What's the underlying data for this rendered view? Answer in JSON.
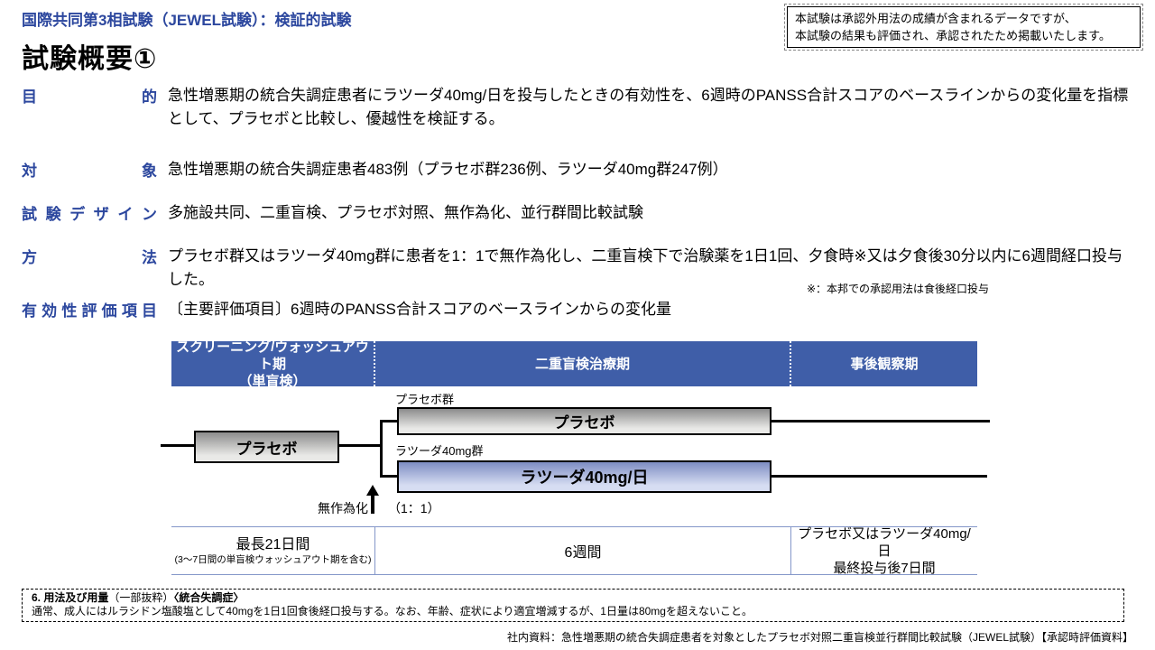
{
  "colors": {
    "accent": "#2C479E",
    "band_blue": "#3F5EA8",
    "table_border": "#8497C9",
    "placebo_top": "#8C8C8C",
    "placebo_bottom": "#E9E9E7",
    "lurasidone_top": "#7E8DC3",
    "lurasidone_bottom": "#D6DDF2"
  },
  "header": {
    "kicker": "国際共同第3相試験（JEWEL試験）：検証的試験",
    "title": "試験概要①",
    "disclaimer_line1": "本試験は承認外用法の成績が含まれるデータですが、",
    "disclaimer_line2": "本試験の結果も評価され、承認されたため掲載いたします。"
  },
  "sections": {
    "purpose": {
      "label": "目的",
      "text": "急性増悪期の統合失調症患者にラツーダ40mg/日を投与したときの有効性を、6週時のPANSS合計スコアのベースラインからの変化量を指標として、プラセボと比較し、優越性を検証する。"
    },
    "subjects": {
      "label": "対象",
      "text": "急性増悪期の統合失調症患者483例（プラセボ群236例、ラツーダ40mg群247例）"
    },
    "design": {
      "label": "試験デザイン",
      "text": "多施設共同、二重盲検、プラセボ対照、無作為化、並行群間比較試験"
    },
    "method": {
      "label": "方法",
      "text": "プラセボ群又はラツーダ40mg群に患者を1：1で無作為化し、二重盲検下で治験薬を1日1回、夕食時※又は夕食後30分以内に6週間経口投与した。",
      "note": "※：本邦での承認用法は食後経口投与"
    },
    "endpoint": {
      "label": "有効性評価項目",
      "text": "〔主要評価項目〕6週時のPANSS合計スコアのベースラインからの変化量"
    }
  },
  "diagram": {
    "phases": {
      "phase1_line1": "スクリーニング/ウォッシュアウト期",
      "phase1_line2": "（単盲検）",
      "phase2": "二重盲検治療期",
      "phase3": "事後観察期"
    },
    "screening_box": "プラセボ",
    "placebo_group_label": "プラセボ群",
    "placebo_box": "プラセボ",
    "lurasidone_group_label": "ラツーダ40mg群",
    "lurasidone_box": "ラツーダ40mg/日",
    "randomization_label_1": "無作為化",
    "randomization_label_2": "（1：1）",
    "durations": {
      "col1_main": "最長21日間",
      "col1_sub": "(3～7日間の単盲検ウォッシュアウト期を含む)",
      "col2": "6週間",
      "col3_line1": "プラセボ又はラツーダ40mg/日",
      "col3_line2": "最終投与後7日間"
    }
  },
  "usage_note": {
    "heading_bold1": "6. 用法及び用量",
    "heading_regular": "（一部抜粋）",
    "heading_bold2": "〈統合失調症〉",
    "body": "通常、成人にはルラシドン塩酸塩として40mgを1日1回食後経口投与する。なお、年齢、症状により適宜増減するが、1日量は80mgを超えないこと。"
  },
  "footer": {
    "source": "社内資料：急性増悪期の統合失調症患者を対象としたプラセボ対照二重盲検並行群間比較試験（JEWEL試験）【承認時評価資料】"
  }
}
